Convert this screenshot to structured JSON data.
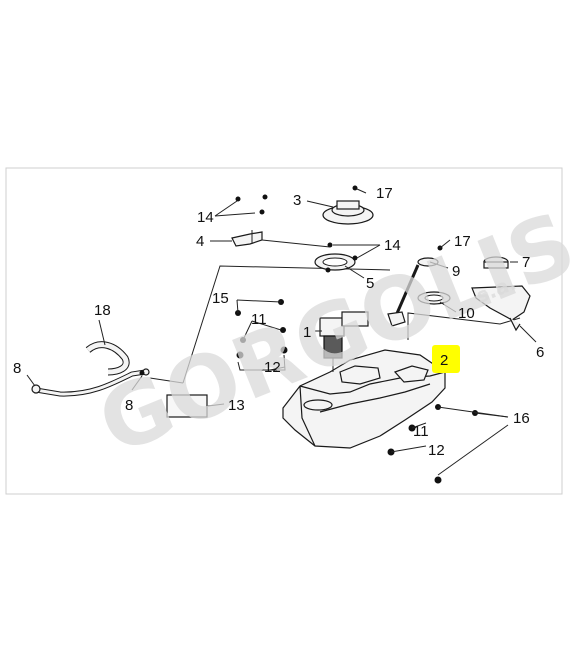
{
  "watermark": {
    "brand": "GORGOLIS",
    "suffix": "s.a."
  },
  "highlight_color": "#ffff00",
  "callouts": [
    {
      "id": "c1",
      "text": "1"
    },
    {
      "id": "c2",
      "text": "2",
      "highlighted": true
    },
    {
      "id": "c3",
      "text": "3"
    },
    {
      "id": "c4",
      "text": "4"
    },
    {
      "id": "c5",
      "text": "5"
    },
    {
      "id": "c6",
      "text": "6"
    },
    {
      "id": "c7",
      "text": "7"
    },
    {
      "id": "c8a",
      "text": "8"
    },
    {
      "id": "c8b",
      "text": "8"
    },
    {
      "id": "c9",
      "text": "9"
    },
    {
      "id": "c10",
      "text": "10"
    },
    {
      "id": "c11a",
      "text": "11"
    },
    {
      "id": "c11b",
      "text": "11"
    },
    {
      "id": "c12a",
      "text": "12"
    },
    {
      "id": "c12b",
      "text": "12"
    },
    {
      "id": "c13",
      "text": "13"
    },
    {
      "id": "c14a",
      "text": "14"
    },
    {
      "id": "c14b",
      "text": "14"
    },
    {
      "id": "c15",
      "text": "15"
    },
    {
      "id": "c16",
      "text": "16"
    },
    {
      "id": "c17a",
      "text": "17"
    },
    {
      "id": "c17b",
      "text": "17"
    },
    {
      "id": "c18",
      "text": "18"
    }
  ]
}
